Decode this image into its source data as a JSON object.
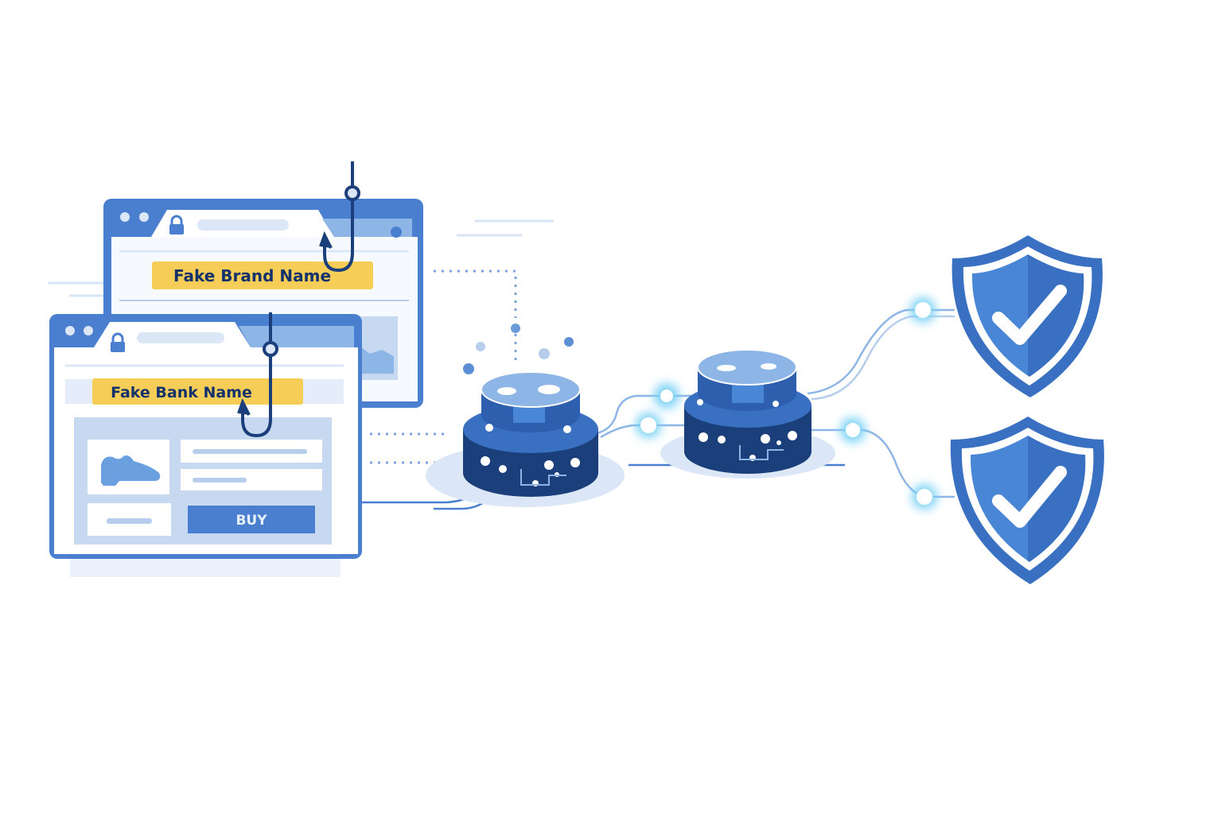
{
  "back_window": {
    "banner_text": "Fake Brand Name"
  },
  "front_window": {
    "banner_text": "Fake Bank Name",
    "buy_label": "BUY"
  },
  "icons": [
    "fish-hook-icon",
    "lock-icon",
    "shoe-icon",
    "database-icon",
    "shield-check-icon"
  ],
  "colors": {
    "primary": "#4a7fd0",
    "dark": "#1b3f7a",
    "banner": "#f5cd57",
    "glow": "#7fd3f5",
    "light": "#dbe7f7"
  }
}
